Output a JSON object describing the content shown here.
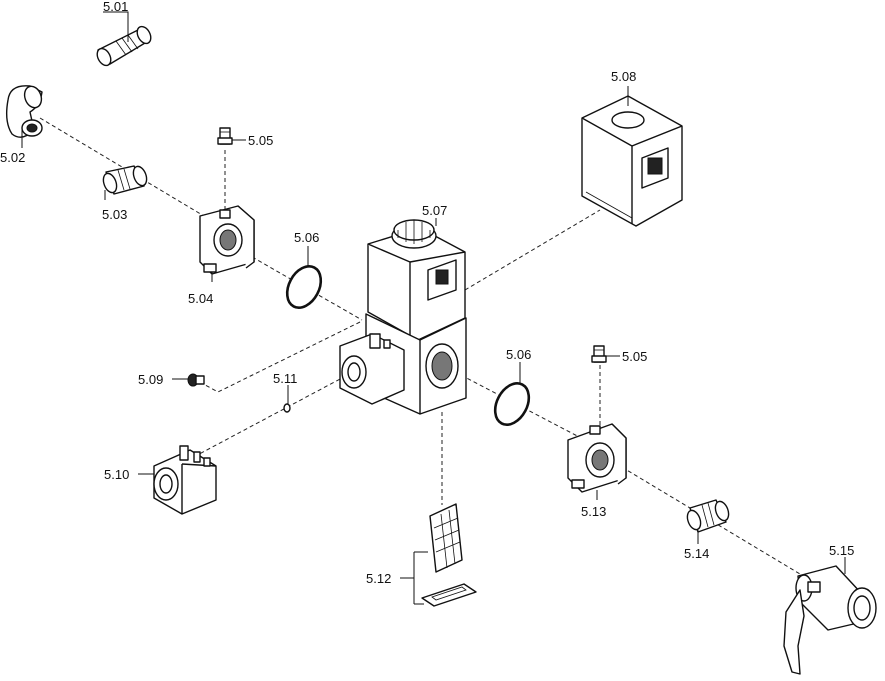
{
  "diagram": {
    "labels": {
      "p501": "5.01",
      "p502": "5.02",
      "p503": "5.03",
      "p504": "5.04",
      "p505a": "5.05",
      "p505b": "5.05",
      "p506a": "5.06",
      "p506b": "5.06",
      "p507": "5.07",
      "p508": "5.08",
      "p509": "5.09",
      "p510": "5.10",
      "p511": "5.11",
      "p512": "5.12",
      "p513": "5.13",
      "p514": "5.14",
      "p515": "5.15"
    },
    "colors": {
      "line": "#111111",
      "background": "#ffffff",
      "shade": "#777777"
    }
  }
}
